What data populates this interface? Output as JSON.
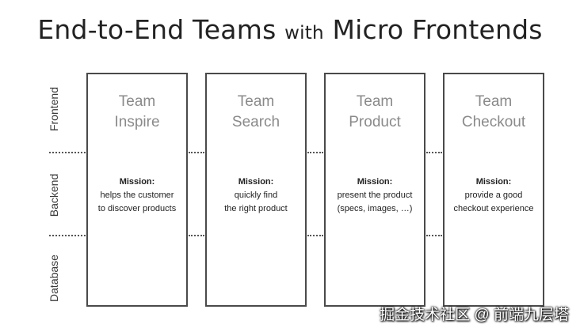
{
  "title": {
    "main_a": "End-to-End Teams",
    "connector": "with",
    "main_b": "Micro Frontends"
  },
  "layers": [
    "Frontend",
    "Backend",
    "Database"
  ],
  "teams": [
    {
      "name_line1": "Team",
      "name_line2": "Inspire",
      "mission_label": "Mission:",
      "mission_line1": "helps the customer",
      "mission_line2": "to discover products"
    },
    {
      "name_line1": "Team",
      "name_line2": "Search",
      "mission_label": "Mission:",
      "mission_line1": "quickly find",
      "mission_line2": "the right product"
    },
    {
      "name_line1": "Team",
      "name_line2": "Product",
      "mission_label": "Mission:",
      "mission_line1": "present the product",
      "mission_line2": "(specs, images, …)"
    },
    {
      "name_line1": "Team",
      "name_line2": "Checkout",
      "mission_label": "Mission:",
      "mission_line1": "provide a good",
      "mission_line2": "checkout experience"
    }
  ],
  "watermark": "掘金技术社区 @ 前端九层塔",
  "colors": {
    "border": "#4a4a4a",
    "team_name": "#8a8a8a",
    "text": "#222222"
  }
}
